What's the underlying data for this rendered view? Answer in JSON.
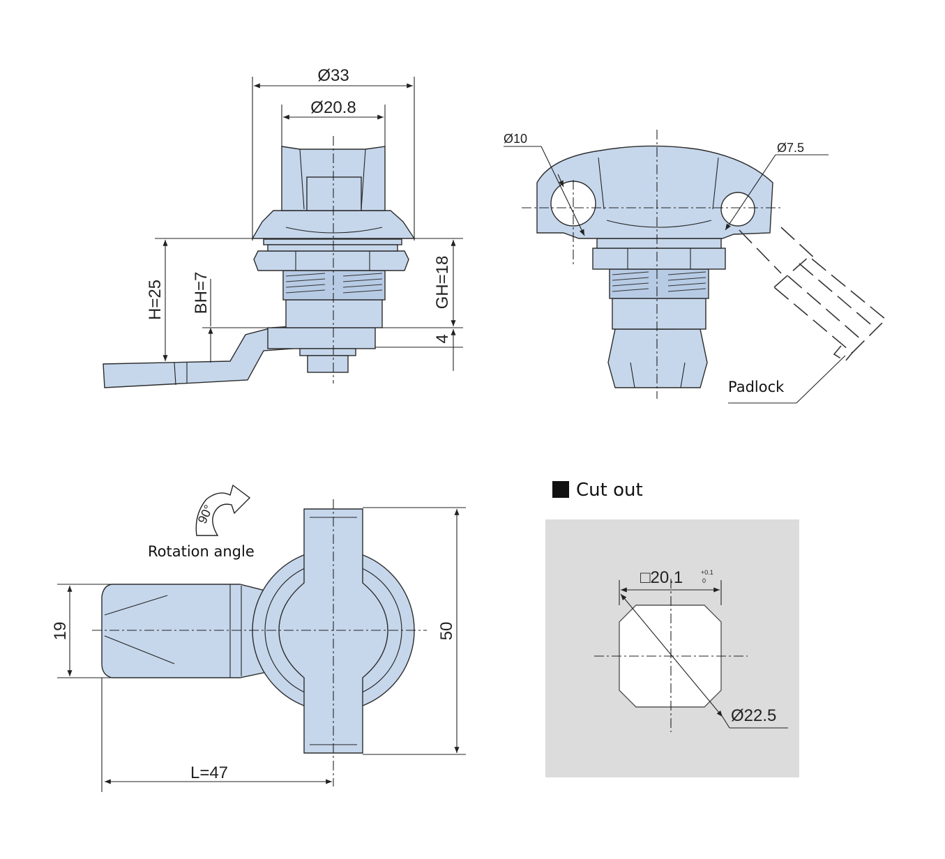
{
  "front_view": {
    "dia_outer": "Ø33",
    "dia_inner": "Ø20.8",
    "height": "H=25",
    "bh": "BH=7",
    "gh": "GH=18",
    "four": "4"
  },
  "side_view": {
    "hole_left": "Ø10",
    "hole_right": "Ø7.5",
    "padlock": "Padlock"
  },
  "top_view": {
    "rotation_deg": "90°",
    "rotation_label": "Rotation angle",
    "width": "19",
    "length": "L=47",
    "height": "50"
  },
  "cutout": {
    "title": "Cut out",
    "square": "□20.1",
    "tol_plus": "+0.1",
    "tol_zero": "0",
    "diameter": "Ø22.5"
  },
  "colors": {
    "part_fill": "#c6d7ec",
    "cutout_panel": "#dcdcdc"
  }
}
